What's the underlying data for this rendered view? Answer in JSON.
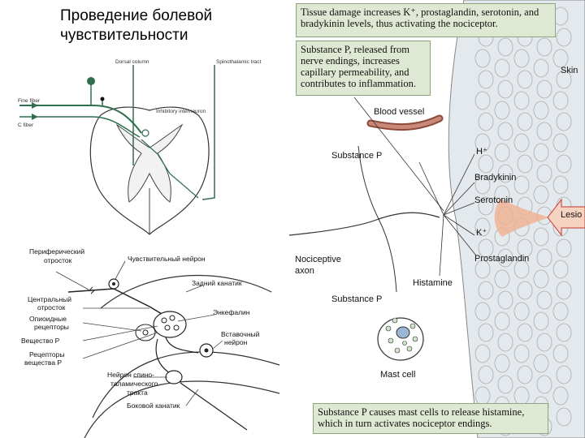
{
  "slide": {
    "title": "Проведение болевой чувствительности"
  },
  "spinal_cord": {
    "labels": {
      "dorsal_column": "Dorsal column",
      "spinothalamic_tract": "Spinothalamic tract",
      "fine_fiber": "Fine fiber",
      "c_fiber": "C fiber",
      "inhibitory_interneuron": "Inhibitory interneuron"
    }
  },
  "synapse": {
    "labels": {
      "peripheral_process": "Периферический отросток",
      "sensory_neuron": "Чувствительный нейрон",
      "dorsal_horn": "Задний канатик",
      "central_process": "Центральный отросток",
      "opioid_receptors": "Опиоидные рецепторы",
      "substance_p": "Вещество P",
      "substance_p_receptors": "Рецепторы вещества P",
      "enkephalin": "Энкефалин",
      "intercalary_neuron": "Вставочный нейрон",
      "spinothalamic_neuron": "Нейрон спино-таламического тракта",
      "lateral_horn": "Боковой канатик"
    }
  },
  "tissue": {
    "captions": {
      "top": "Tissue damage increases K⁺, prostaglandin, serotonin, and bradykinin levels, thus activating the nociceptor.",
      "sub_p": "Substance P, released from nerve endings, increases capillary permeability, and contributes to inflammation.",
      "bottom": "Substance P causes mast cells to release histamine, which in turn activates nociceptor endings."
    },
    "labels": {
      "blood_vessel": "Blood vessel",
      "substance_p_1": "Substance P",
      "substance_p_2": "Substance P",
      "h_plus": "H⁺",
      "bradykinin": "Bradykinin",
      "serotonin": "Serotonin",
      "k_plus": "K⁺",
      "prostaglandin": "Prostaglandin",
      "histamine": "Histamine",
      "nociceptive_axon": "Nociceptive axon",
      "mast_cell": "Mast cell",
      "skin": "Skin",
      "lesion": "Lesio"
    }
  },
  "colors": {
    "caption_bg": "#dfe8d2",
    "skin": "#e4e9ee",
    "nerve": "#2f6e4e",
    "lesion": "#f0b090",
    "arrow_fill": "#f6d3c1"
  }
}
